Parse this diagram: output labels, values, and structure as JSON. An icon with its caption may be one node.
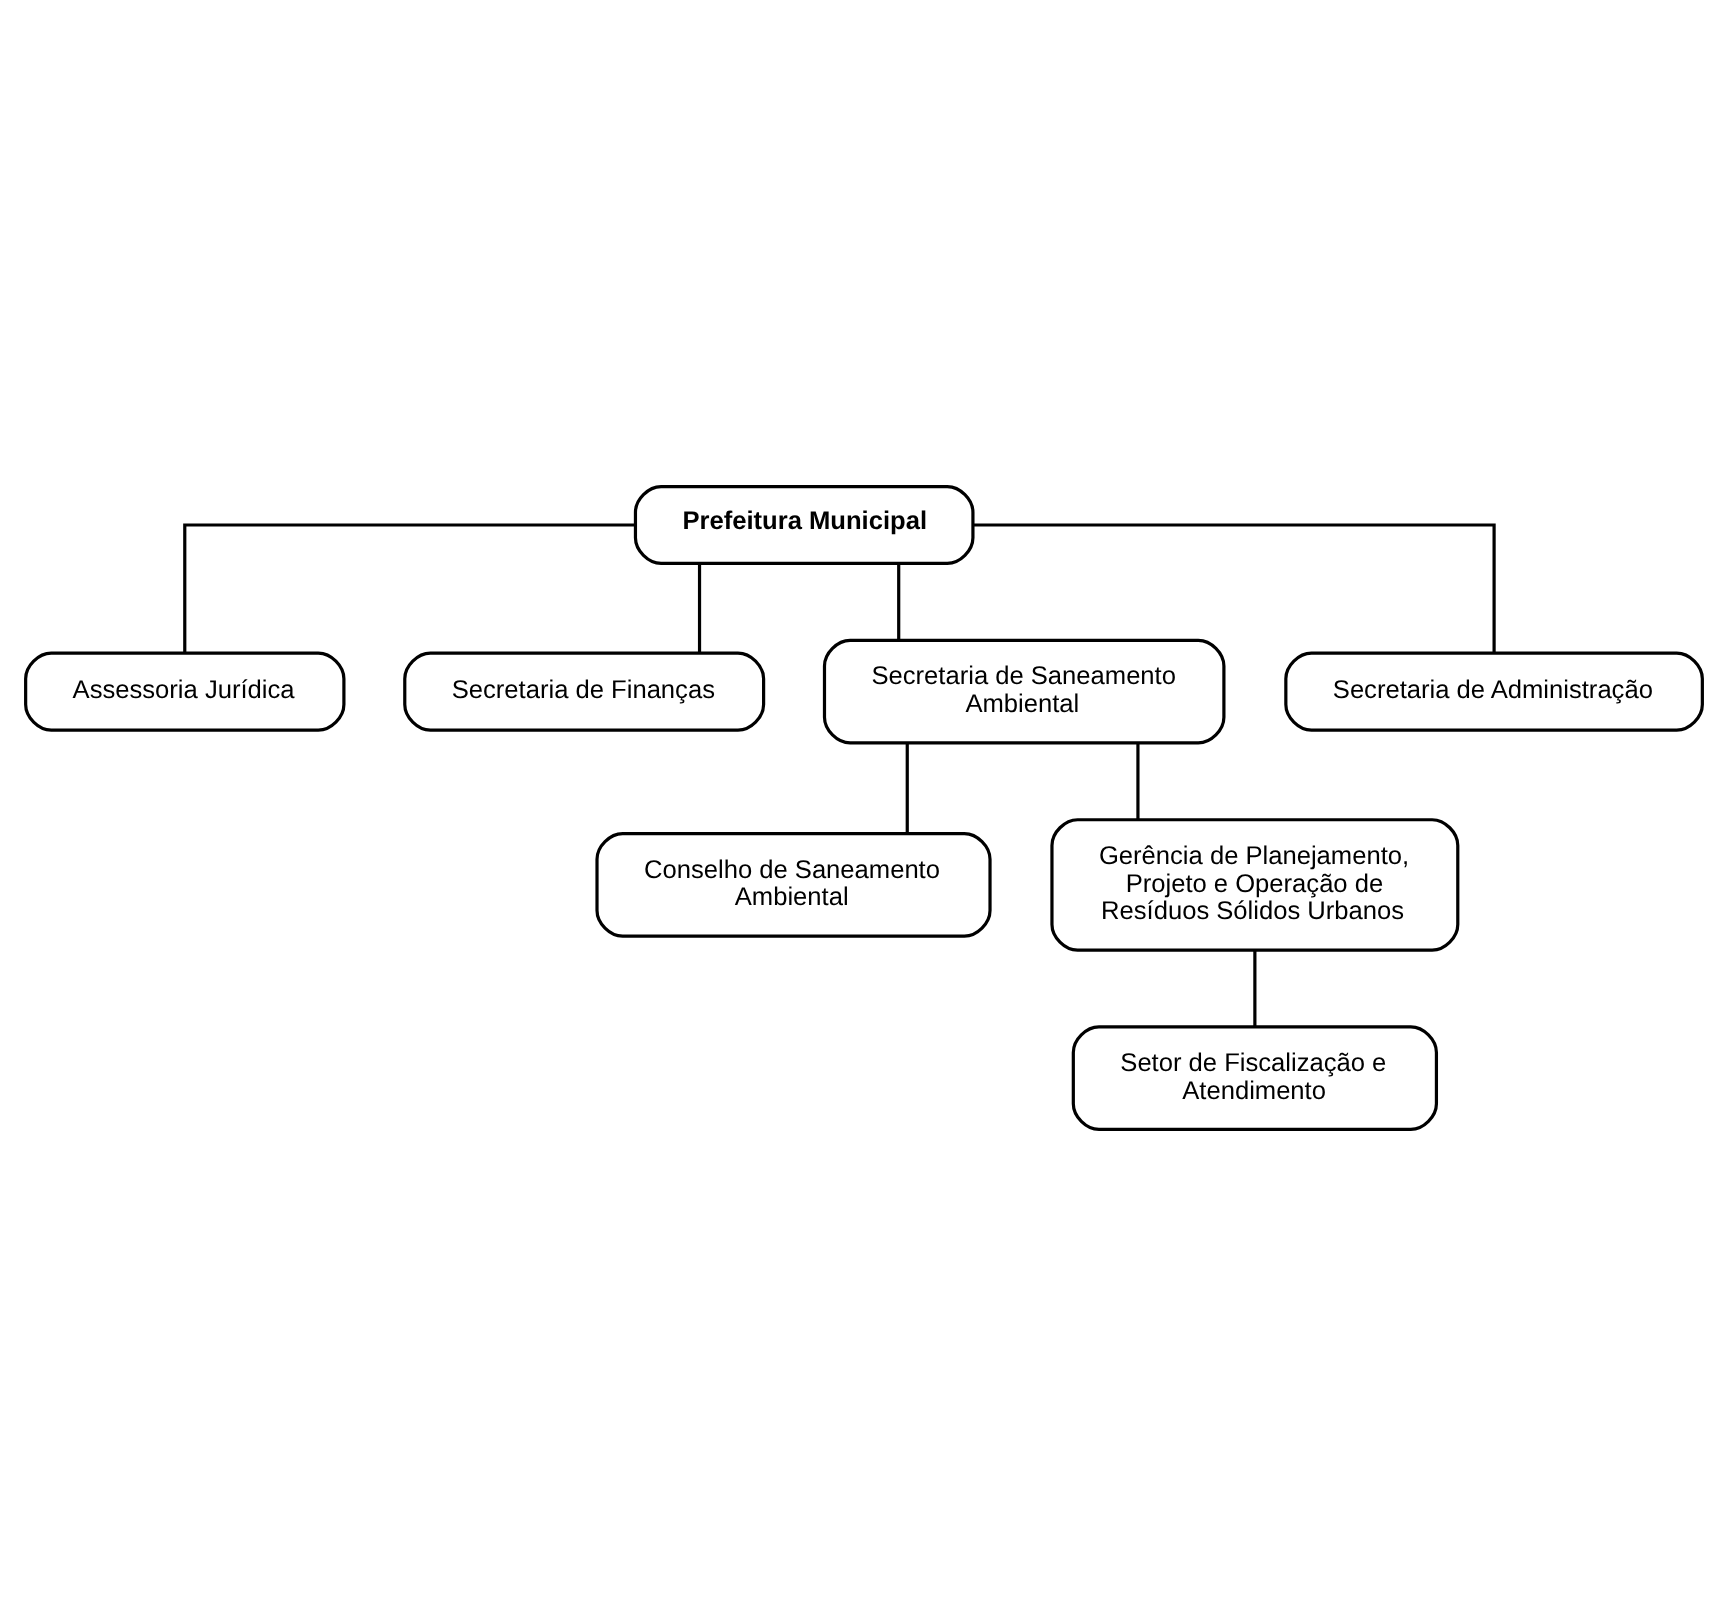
{
  "diagram": {
    "nodes": [
      {
        "text": [
          "Prefeitura Municipal"
        ]
      },
      {
        "text": [
          "Assessoria Jurídica"
        ]
      },
      {
        "text": [
          "Secretaria de Finanças"
        ]
      },
      {
        "text": [
          "Secretaria de Saneamento Ambiental"
        ]
      },
      {
        "text": [
          "Secretaria de Administração"
        ]
      },
      {
        "text": [
          "Conselho de Saneamento Ambiental"
        ]
      },
      {
        "text": [
          "Gerência de Planejamento, Projeto e Operação de Resíduos Sólidos Urbanos"
        ]
      },
      {
        "text": [
          "Setor de Fiscalização e Atendimento"
        ]
      }
    ],
    "edges": [
      {
        "from": 0,
        "to": 1,
        "arrow": "none"
      },
      {
        "from": 0,
        "to": 2,
        "arrow": "none"
      },
      {
        "from": 0,
        "to": 3,
        "arrow": "none"
      },
      {
        "from": 0,
        "to": 4,
        "arrow": "none"
      },
      {
        "from": 3,
        "to": 5,
        "arrow": "none"
      },
      {
        "from": 3,
        "to": 6,
        "arrow": "none"
      },
      {
        "from": 6,
        "to": 7,
        "arrow": "none"
      }
    ]
  }
}
